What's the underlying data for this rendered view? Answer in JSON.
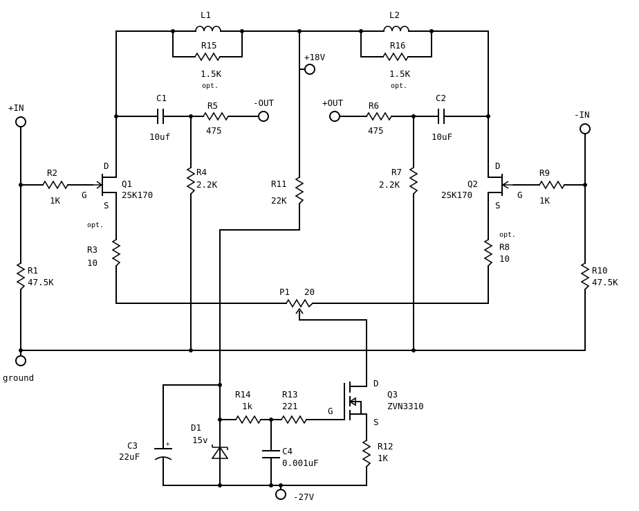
{
  "labels": {
    "L1": "L1",
    "L2": "L2",
    "R15": "R15",
    "R15_val": "1.5K",
    "R15_opt": "opt.",
    "R16": "R16",
    "R16_val": "1.5K",
    "R16_opt": "opt.",
    "plus18": "+18V",
    "C1": "C1",
    "C1_val": "10uf",
    "R5": "R5",
    "R5_val": "475",
    "minus_out": "-OUT",
    "plus_out": "+OUT",
    "R6": "R6",
    "R6_val": "475",
    "C2": "C2",
    "C2_val": "10uF",
    "plus_in": "+IN",
    "minus_in": "-IN",
    "R2": "R2",
    "R2_val": "1K",
    "Q1_D": "D",
    "Q1_G": "G",
    "Q1_S": "S",
    "Q1": "Q1",
    "Q1_part": "2SK170",
    "R4": "R4",
    "R4_val": "2.2K",
    "R11": "R11",
    "R11_val": "22K",
    "R7": "R7",
    "R7_val": "2.2K",
    "Q2_D": "D",
    "Q2_G": "G",
    "Q2_S": "S",
    "Q2": "Q2",
    "Q2_part": "2SK170",
    "R9": "R9",
    "R9_val": "1K",
    "R3_opt": "opt.",
    "R3": "R3",
    "R3_val": "10",
    "R8_opt": "opt.",
    "R8": "R8",
    "R8_val": "10",
    "R1": "R1",
    "R1_val": "47.5K",
    "R10": "R10",
    "R10_val": "47.5K",
    "P1": "P1",
    "P1_val": "20",
    "ground": "ground",
    "Q3_D": "D",
    "Q3_G": "G",
    "Q3_S": "S",
    "Q3": "Q3",
    "Q3_part": "ZVN3310",
    "R14": "R14",
    "R14_val": "1k",
    "R13": "R13",
    "R13_val": "221",
    "D1": "D1",
    "D1_val": "15v",
    "C3": "C3",
    "C3_val": "22uF",
    "C4": "C4",
    "C4_val": "0.001uF",
    "R12": "R12",
    "R12_val": "1K",
    "minus27": "-27V"
  }
}
